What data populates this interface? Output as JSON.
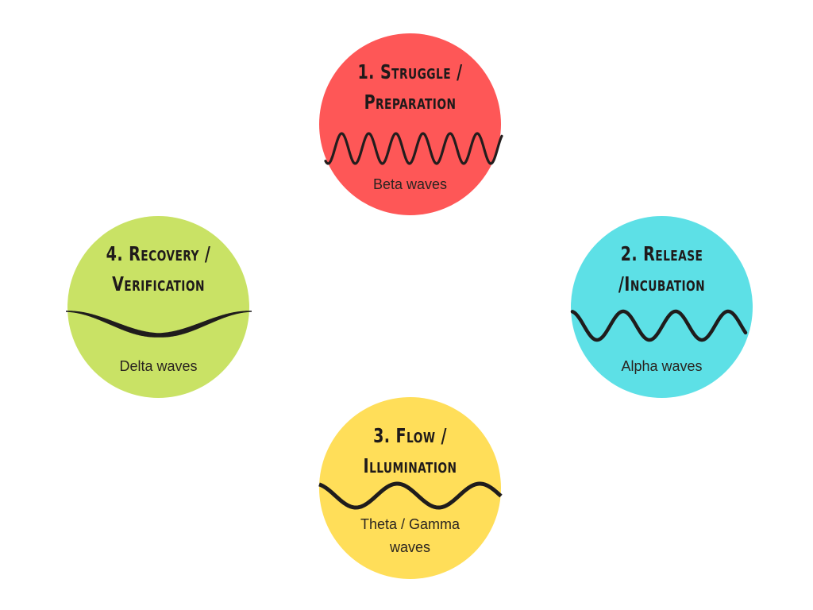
{
  "diagram": {
    "stages": [
      {
        "id": "c1",
        "title_line1": "1. Struggle /",
        "title_line2": "Preparation",
        "caption_line1": "Beta waves",
        "caption_line2": "",
        "color": "#FE5757",
        "wave": "beta",
        "wave_cycles": 6.5
      },
      {
        "id": "c2",
        "title_line1": "2. Release",
        "title_line2": "/Incubation",
        "caption_line1": "Alpha waves",
        "caption_line2": "",
        "color": "#5DE0E6",
        "wave": "alpha",
        "wave_cycles": 3.3
      },
      {
        "id": "c3",
        "title_line1": "3. Flow /",
        "title_line2": "Illumination",
        "caption_line1": "Theta / Gamma",
        "caption_line2": "waves",
        "color": "#FFDE59",
        "wave": "theta",
        "wave_cycles": 2.2
      },
      {
        "id": "c4",
        "title_line1": "4. Recovery /",
        "title_line2": "Verification",
        "caption_line1": "Delta waves",
        "caption_line2": "",
        "color": "#C9E265",
        "wave": "delta",
        "wave_cycles": 1
      }
    ]
  }
}
